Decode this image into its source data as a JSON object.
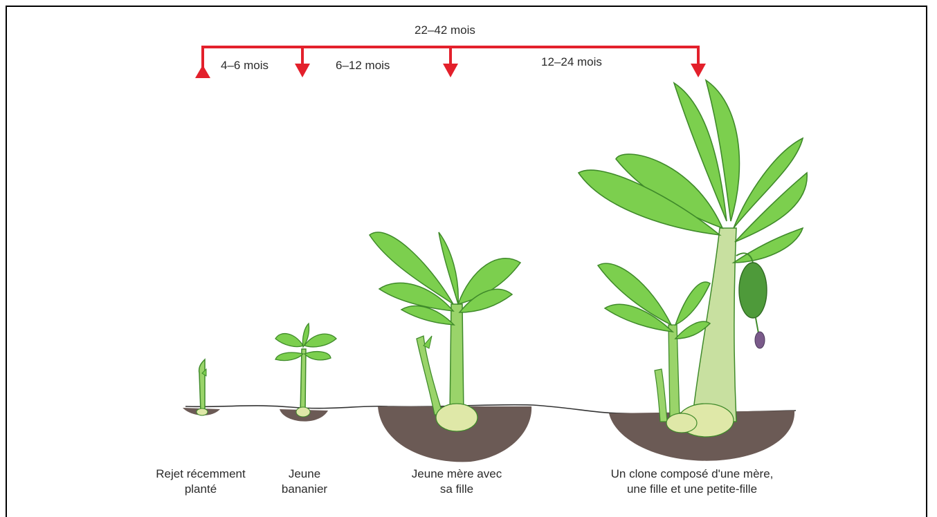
{
  "timeline": {
    "total": "22–42 mois",
    "segments": [
      "4–6 mois",
      "6–12 mois",
      "12–24 mois"
    ],
    "color": "#e3202b"
  },
  "stages": [
    {
      "line1": "Rejet récemment",
      "line2": "planté"
    },
    {
      "line1": "Jeune",
      "line2": "bananier"
    },
    {
      "line1": "Jeune mère avec",
      "line2": "sa fille"
    },
    {
      "line1": "Un clone composé d'une mère,",
      "line2": "une fille et une petite-fille"
    }
  ],
  "colors": {
    "leaf": "#7ccf4e",
    "leaf_dark": "#3f8a2a",
    "stem": "#9ad46a",
    "soil": "#6b5a55",
    "corm": "#dfe8a8",
    "bunch": "#4e9a3a",
    "flower": "#7a5a8a"
  }
}
